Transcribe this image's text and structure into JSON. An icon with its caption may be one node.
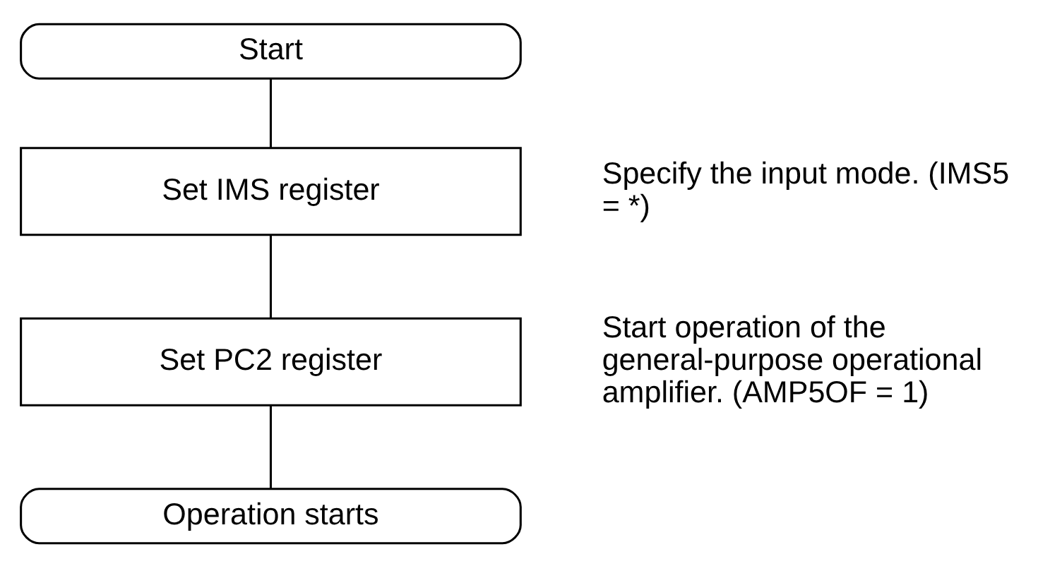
{
  "diagram": {
    "nodes": [
      {
        "text": [
          "Start"
        ]
      },
      {
        "text": [
          "Set IMS register"
        ],
        "beside": [
          "Specify the input mode. (IMS5 = *)"
        ]
      },
      {
        "text": [
          "Set PC2 register"
        ],
        "beside": [
          "Start operation of the general-purpose operational amplifier. (AMP5OF = 1)"
        ]
      },
      {
        "text": [
          "Operation starts"
        ]
      }
    ],
    "edges": [
      {
        "from": 0,
        "to": 1,
        "arrow": "none"
      },
      {
        "from": 1,
        "to": 2,
        "arrow": "none"
      },
      {
        "from": 2,
        "to": 3,
        "arrow": "none"
      }
    ]
  }
}
